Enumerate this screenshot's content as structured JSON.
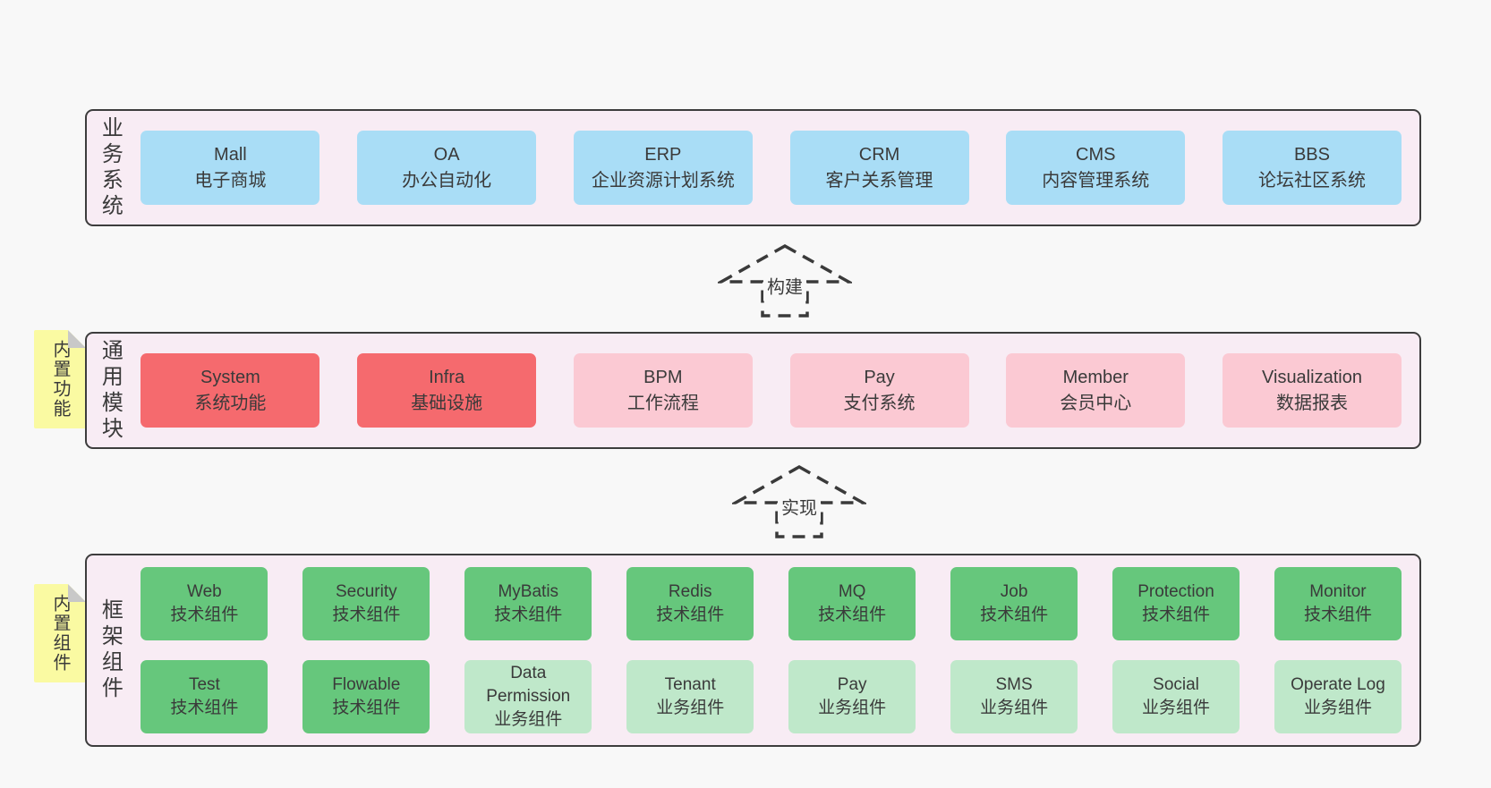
{
  "colors": {
    "page_bg": "#f8f8f8",
    "layer_bg": "#f8ecf4",
    "layer_border": "#3d3d3d",
    "blue": "#a9ddf6",
    "red": "#f56a6e",
    "pink": "#fbc9d3",
    "green_dark": "#66c77c",
    "green_light": "#bfe8ca",
    "sticky_yellow": "#fafaa2",
    "sticky_fold": "#c8c8c8",
    "text": "#3a3a3a",
    "arrow": "#3a3a3a"
  },
  "layers": [
    {
      "id": "business",
      "label": "业务系统",
      "sticky": null,
      "rows": [
        [
          {
            "en": "Mall",
            "zh": "电子商城",
            "variant": "blue"
          },
          {
            "en": "OA",
            "zh": "办公自动化",
            "variant": "blue"
          },
          {
            "en": "ERP",
            "zh": "企业资源计划系统",
            "variant": "blue"
          },
          {
            "en": "CRM",
            "zh": "客户关系管理",
            "variant": "blue"
          },
          {
            "en": "CMS",
            "zh": "内容管理系统",
            "variant": "blue"
          },
          {
            "en": "BBS",
            "zh": "论坛社区系统",
            "variant": "blue"
          }
        ]
      ]
    },
    {
      "id": "modules",
      "label": "通用模块",
      "sticky": "内置功能",
      "rows": [
        [
          {
            "en": "System",
            "zh": "系统功能",
            "variant": "red"
          },
          {
            "en": "Infra",
            "zh": "基础设施",
            "variant": "red"
          },
          {
            "en": "BPM",
            "zh": "工作流程",
            "variant": "pink"
          },
          {
            "en": "Pay",
            "zh": "支付系统",
            "variant": "pink"
          },
          {
            "en": "Member",
            "zh": "会员中心",
            "variant": "pink"
          },
          {
            "en": "Visualization",
            "zh": "数据报表",
            "variant": "pink"
          }
        ]
      ]
    },
    {
      "id": "components",
      "label": "框架组件",
      "sticky": "内置组件",
      "rows": [
        [
          {
            "en": "Web",
            "zh": "技术组件",
            "variant": "green_dark"
          },
          {
            "en": "Security",
            "zh": "技术组件",
            "variant": "green_dark"
          },
          {
            "en": "MyBatis",
            "zh": "技术组件",
            "variant": "green_dark"
          },
          {
            "en": "Redis",
            "zh": "技术组件",
            "variant": "green_dark"
          },
          {
            "en": "MQ",
            "zh": "技术组件",
            "variant": "green_dark"
          },
          {
            "en": "Job",
            "zh": "技术组件",
            "variant": "green_dark"
          },
          {
            "en": "Protection",
            "zh": "技术组件",
            "variant": "green_dark"
          },
          {
            "en": "Monitor",
            "zh": "技术组件",
            "variant": "green_dark"
          }
        ],
        [
          {
            "en": "Test",
            "zh": "技术组件",
            "variant": "green_dark"
          },
          {
            "en": "Flowable",
            "zh": "技术组件",
            "variant": "green_dark"
          },
          {
            "en": "Data\nPermission",
            "zh": "业务组件",
            "variant": "green_light"
          },
          {
            "en": "Tenant",
            "zh": "业务组件",
            "variant": "green_light"
          },
          {
            "en": "Pay",
            "zh": "业务组件",
            "variant": "green_light"
          },
          {
            "en": "SMS",
            "zh": "业务组件",
            "variant": "green_light"
          },
          {
            "en": "Social",
            "zh": "业务组件",
            "variant": "green_light"
          },
          {
            "en": "Operate Log",
            "zh": "业务组件",
            "variant": "green_light"
          }
        ]
      ]
    }
  ],
  "arrows": [
    {
      "label": "构建"
    },
    {
      "label": "实现"
    }
  ]
}
